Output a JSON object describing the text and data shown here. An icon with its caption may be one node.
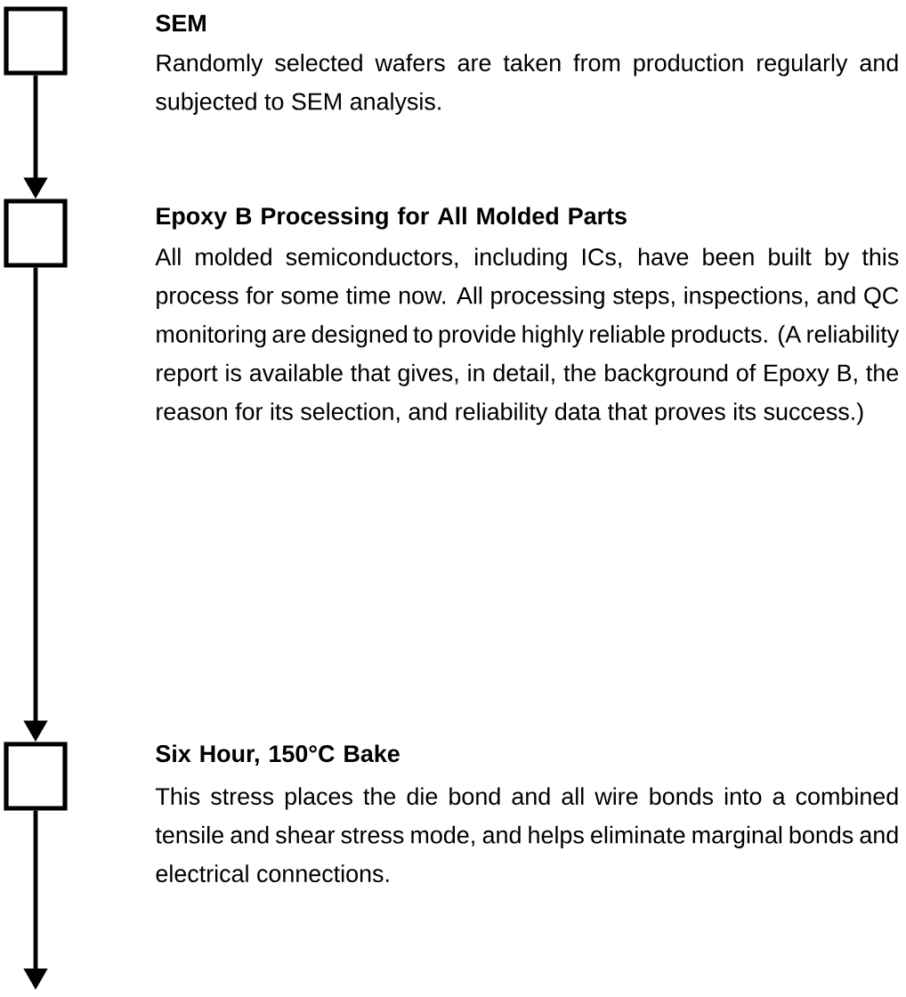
{
  "diagram": {
    "nodes": [
      {
        "text": [],
        "shape": "box",
        "beside": [
          "SEM",
          "Randomly selected wafers are taken from production regularly and subjected to SEM analysis."
        ]
      },
      {
        "text": [],
        "shape": "box",
        "beside": [
          "Epoxy B Processing for All Molded Parts",
          "All molded semiconductors, including ICs, have been built by this process for some time now. All processing steps, inspections, and QC monitoring are designed to provide highly reliable products. (A reliability report is available that gives, in detail, the background of Epoxy B, the reason for its selection, and reliability data that proves its success.)"
        ]
      },
      {
        "text": [],
        "shape": "box",
        "beside": [
          "Six Hour, 150°C Bake",
          "This stress places the die bond and all wire bonds into a combined tensile and shear stress mode, and helps eliminate marginal bonds and electrical connections."
        ]
      }
    ],
    "edges": [
      {
        "from": 0,
        "to": 1,
        "arrow": "to"
      },
      {
        "from": 1,
        "to": 2,
        "arrow": "to"
      },
      {
        "from": 2,
        "to": null,
        "arrow": "to"
      }
    ]
  }
}
